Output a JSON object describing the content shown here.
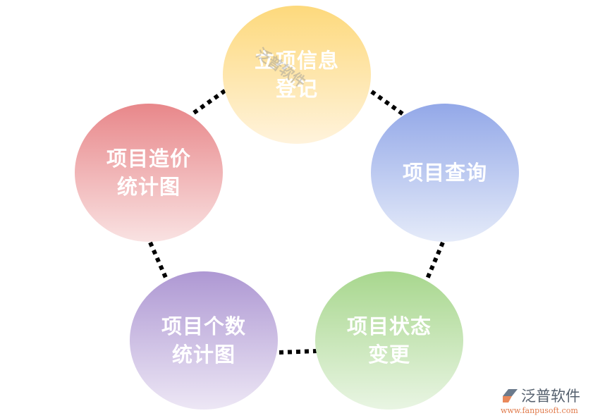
{
  "nodes": [
    {
      "label": "立项信息\n登记"
    },
    {
      "label": "项目查询"
    },
    {
      "label": "项目状态\n变更"
    },
    {
      "label": "项目个数\n统计图"
    },
    {
      "label": "项目造价\n统计图"
    }
  ],
  "watermark": "泛普软件",
  "logo": {
    "name": "泛普软件",
    "url": "www.fanpusoft.com"
  },
  "colors": {
    "top": "#fdd97c",
    "right": "#93a8e8",
    "bottom_right": "#a8d78e",
    "bottom_left": "#ae98d3",
    "left": "#e8878a"
  }
}
